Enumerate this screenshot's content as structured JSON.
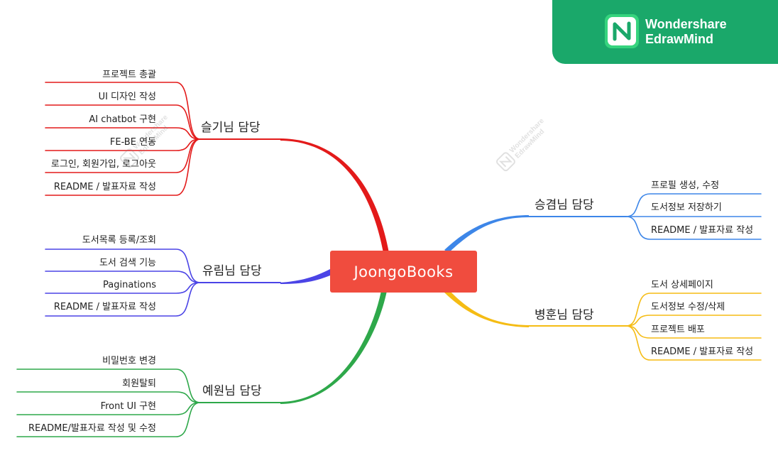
{
  "brand": {
    "line1": "Wondershare",
    "line2": "EdrawMind",
    "color": "#1aa86a"
  },
  "watermark": {
    "line1": "Wondershare",
    "line2": "EdrawMind"
  },
  "root": {
    "label": "JoongoBooks",
    "color": "#f04c3e"
  },
  "branches": [
    {
      "label": "슬기님 담당",
      "color": "#e31a1a",
      "items": [
        "프로젝트 총괄",
        "UI 디자인 작성",
        "AI chatbot 구현",
        "FE-BE 연동",
        "로그인, 회원가입, 로그아웃",
        "README / 발표자료 작성"
      ]
    },
    {
      "label": "유림님 담당",
      "color": "#4b44e6",
      "items": [
        "도서목록 등록/조회",
        "도서 검색 기능",
        "Paginations",
        "README / 발표자료 작성"
      ]
    },
    {
      "label": "예원님 담당",
      "color": "#2ea84a",
      "items": [
        "비밀번호 변경",
        "회원탈퇴",
        "Front UI 구현",
        "README/발표자료 작성 및 수정"
      ]
    },
    {
      "label": "승겸님 담당",
      "color": "#3d86e8",
      "items": [
        "프로필 생성, 수정",
        "도서정보 저장하기",
        "README / 발표자료 작성"
      ]
    },
    {
      "label": "병훈님 담당",
      "color": "#f5bc14",
      "items": [
        "도서 상세페이지",
        "도서정보 수정/삭제",
        "프로젝트 배포",
        "README / 발표자료 작성"
      ]
    }
  ]
}
